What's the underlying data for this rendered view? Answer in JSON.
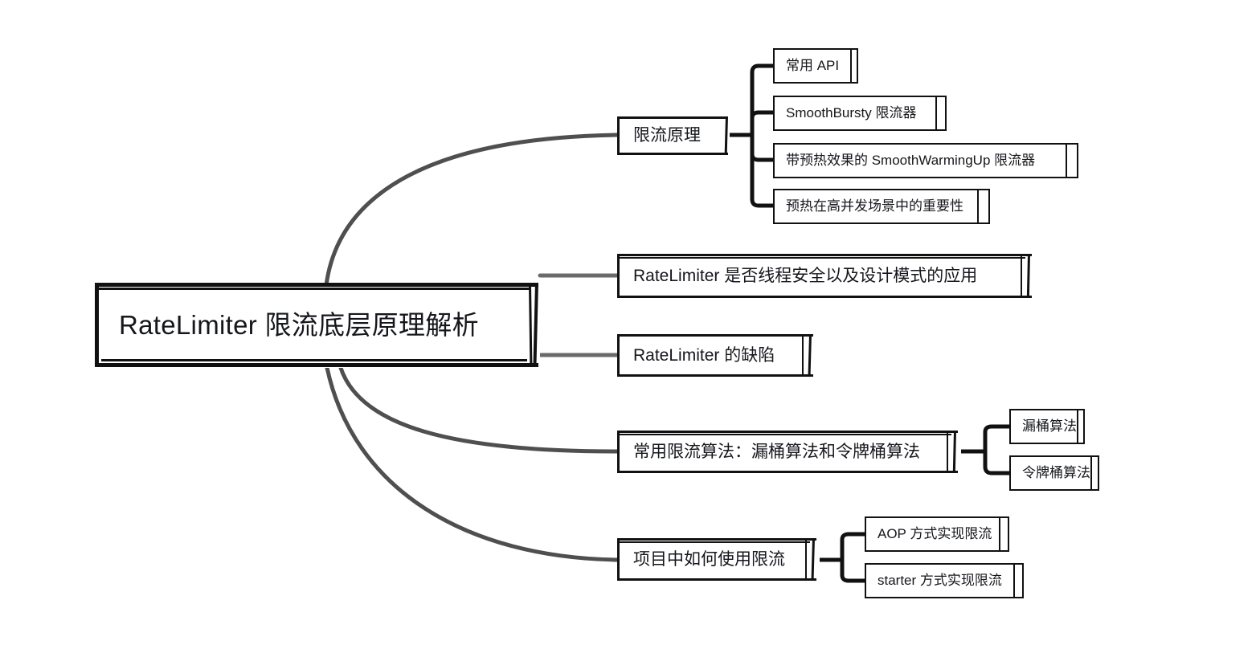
{
  "diagram": {
    "type": "mindmap",
    "title": "RateLimiter 限流底层原理解析",
    "style": {
      "background": "#ffffff",
      "text_color": "#16171c",
      "node_border_color": "#111111",
      "root_connector_color": "#555555",
      "sub_connector_color": "#111111"
    },
    "root": {
      "label": "RateLimiter 限流底层原理解析"
    },
    "branches": [
      {
        "label": "限流原理",
        "children": [
          {
            "label": "常用 API"
          },
          {
            "label": "SmoothBursty 限流器"
          },
          {
            "label": "带预热效果的 SmoothWarmingUp 限流器"
          },
          {
            "label": "预热在高并发场景中的重要性"
          }
        ]
      },
      {
        "label": "RateLimiter 是否线程安全以及设计模式的应用",
        "children": []
      },
      {
        "label": "RateLimiter 的缺陷",
        "children": []
      },
      {
        "label": "常用限流算法：漏桶算法和令牌桶算法",
        "children": [
          {
            "label": "漏桶算法"
          },
          {
            "label": "令牌桶算法"
          }
        ]
      },
      {
        "label": "项目中如何使用限流",
        "children": [
          {
            "label": "AOP 方式实现限流"
          },
          {
            "label": "starter 方式实现限流"
          }
        ]
      }
    ]
  }
}
